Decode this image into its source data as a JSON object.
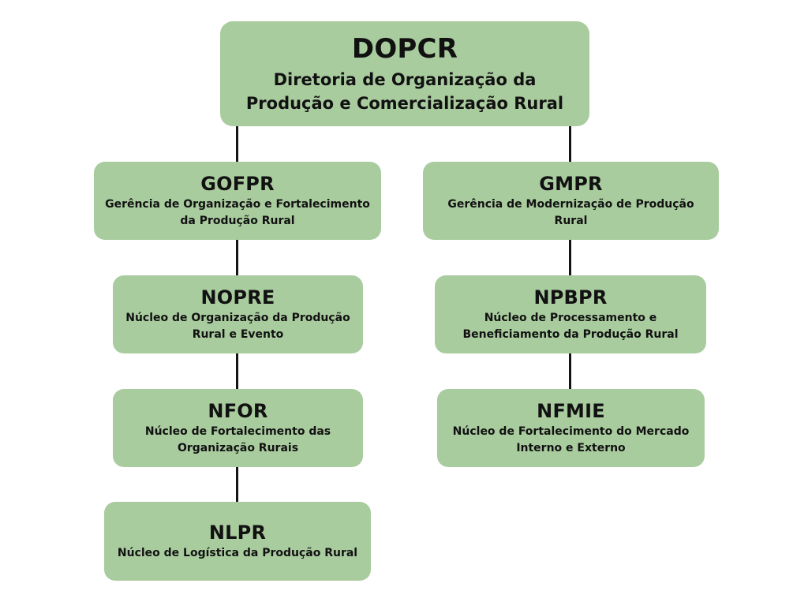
{
  "org_chart": {
    "root": {
      "code": "DOPCR",
      "name_line1": "Diretoria de Organização da",
      "name_line2": "Produção e Comercialização Rural"
    },
    "left_branch": [
      {
        "code": "GOFPR",
        "name_line1": "Gerência de Organização e Fortalecimento",
        "name_line2": "da Produção Rural"
      },
      {
        "code": "NOPRE",
        "name_line1": "Núcleo de Organização da Produção",
        "name_line2": "Rural e Evento"
      },
      {
        "code": "NFOR",
        "name_line1": "Núcleo de Fortalecimento das",
        "name_line2": "Organização Rurais"
      },
      {
        "code": "NLPR",
        "name_line1": "Núcleo de Logística da Produção Rural",
        "name_line2": ""
      }
    ],
    "right_branch": [
      {
        "code": "GMPR",
        "name_line1": "Gerência de Modernização de Produção Rural",
        "name_line2": ""
      },
      {
        "code": "NPBPR",
        "name_line1": "Núcleo de Processamento e",
        "name_line2": "Beneficiamento da Produção Rural"
      },
      {
        "code": "NFMIE",
        "name_line1": "Núcleo de Fortalecimento do Mercado",
        "name_line2": "Interno e Externo"
      }
    ]
  },
  "colors": {
    "node_fill": "#a9cc9f",
    "connector": "#141414",
    "text": "#111111",
    "background": "#ffffff"
  }
}
